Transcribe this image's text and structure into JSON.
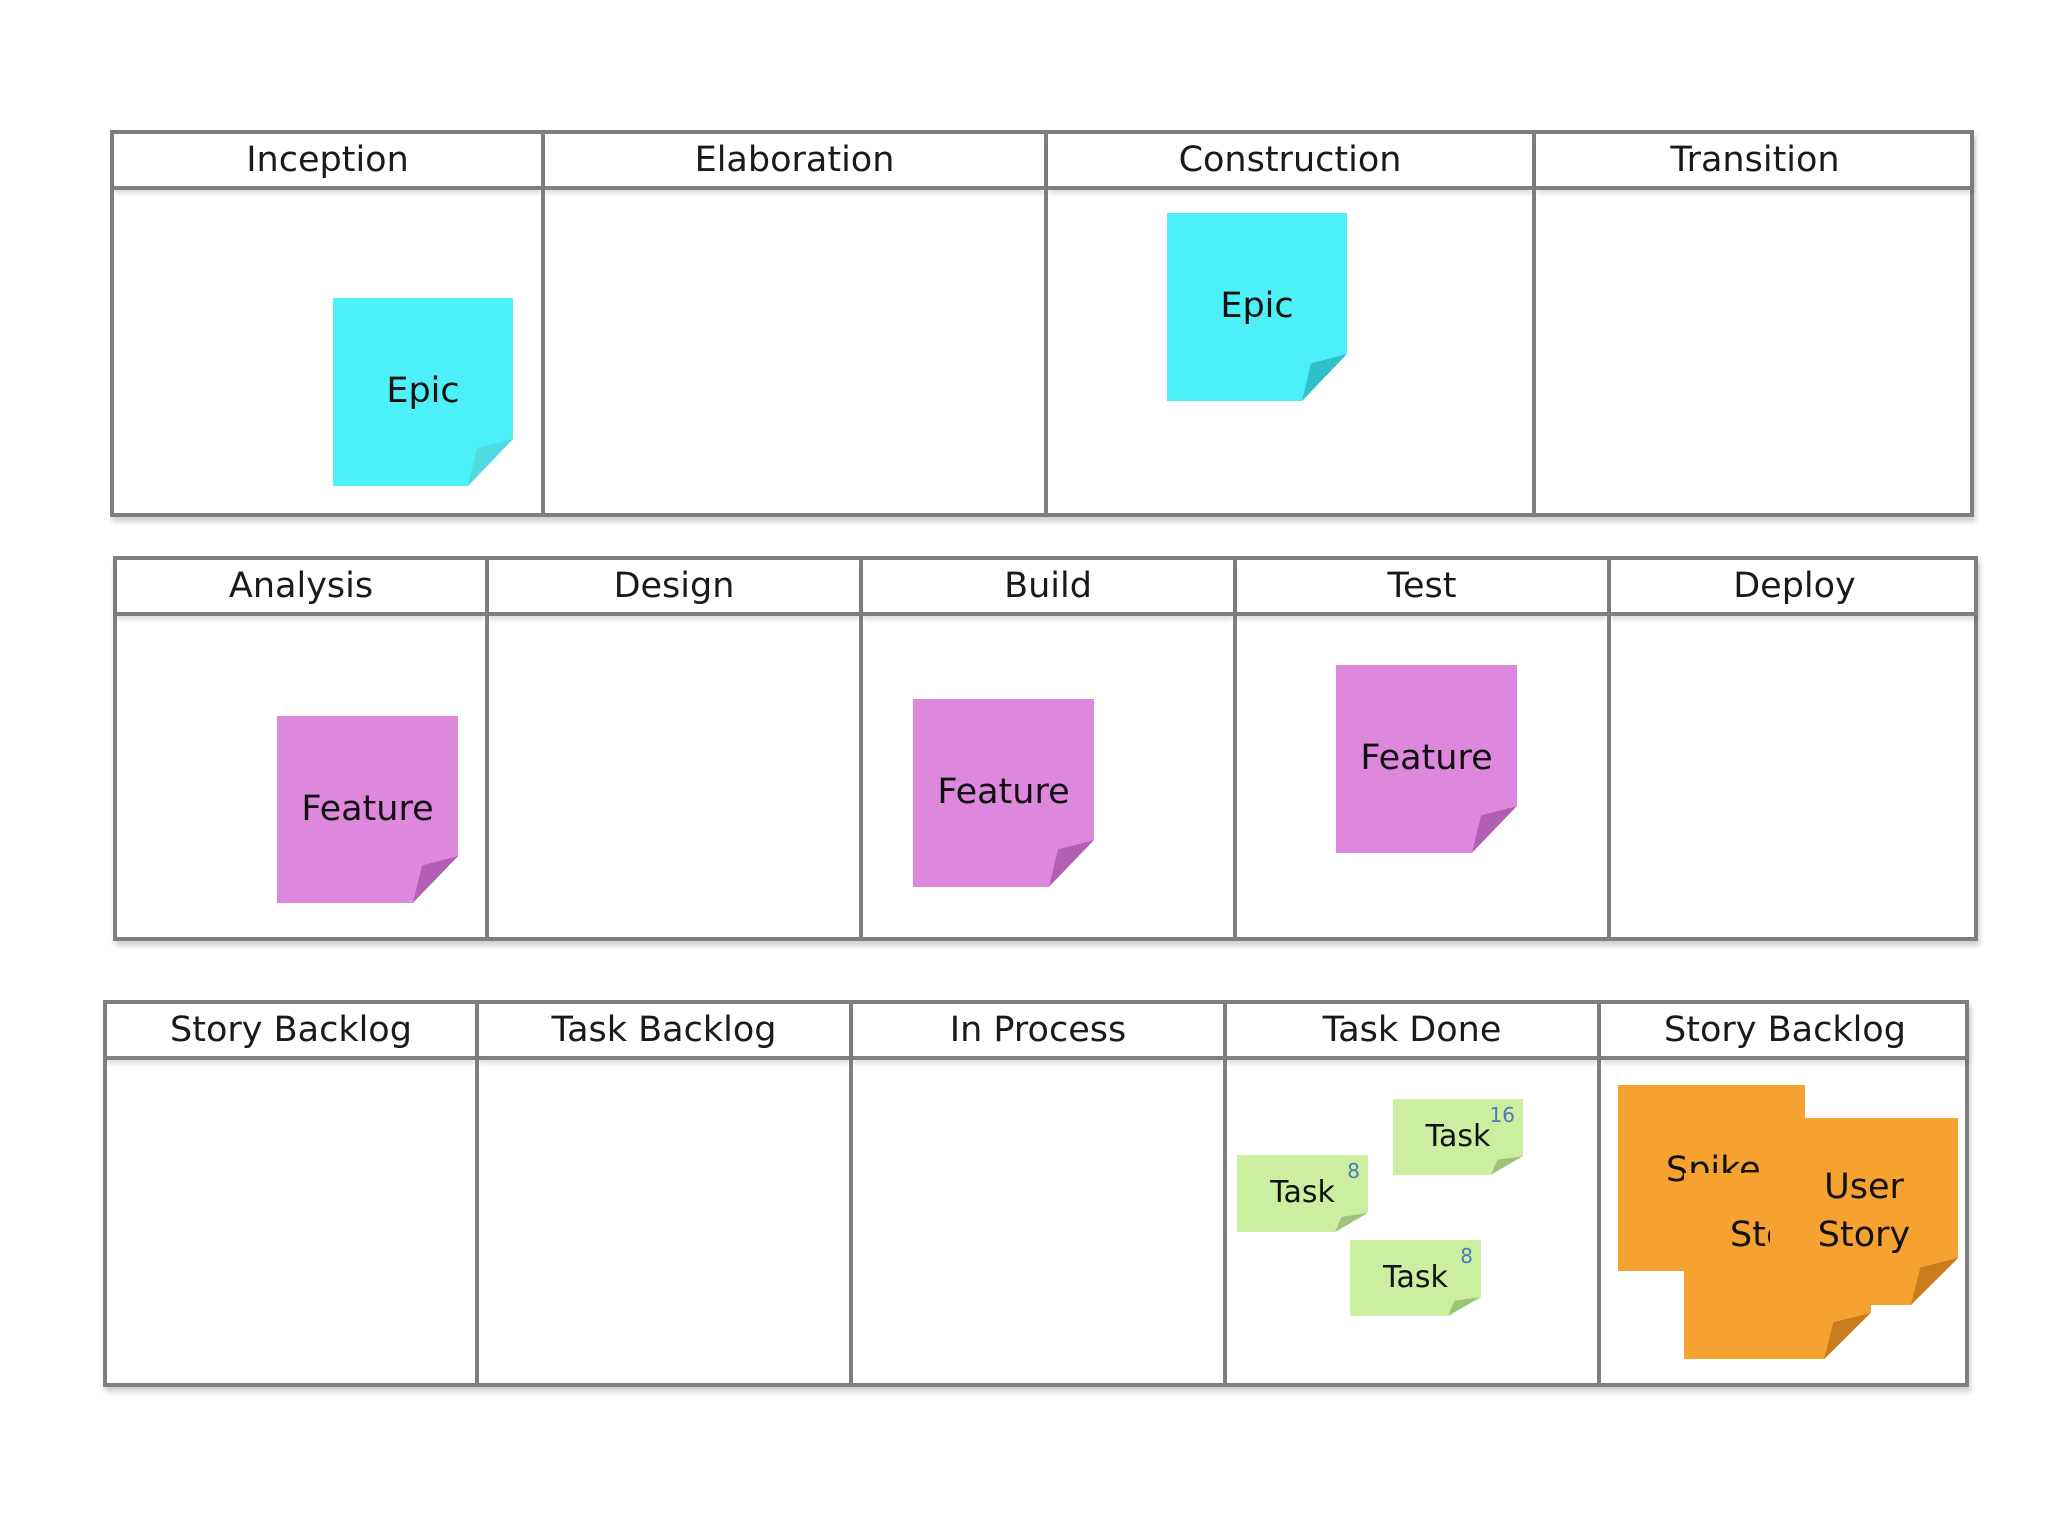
{
  "colors": {
    "border": "#7f7f7f",
    "epic": "#4cf0f6",
    "feature": "#dd88dd",
    "task": "#cbeea0",
    "story": "#f5a230"
  },
  "boards": {
    "phases": {
      "columns": [
        "Inception",
        "Elaboration",
        "Construction",
        "Transition"
      ],
      "notes": [
        {
          "type": "epic",
          "label": "Epic",
          "column": "Inception"
        },
        {
          "type": "epic",
          "label": "Epic",
          "column": "Construction"
        }
      ]
    },
    "features": {
      "columns": [
        "Analysis",
        "Design",
        "Build",
        "Test",
        "Deploy"
      ],
      "notes": [
        {
          "type": "feature",
          "label": "Feature",
          "column": "Analysis"
        },
        {
          "type": "feature",
          "label": "Feature",
          "column": "Build"
        },
        {
          "type": "feature",
          "label": "Feature",
          "column": "Test"
        }
      ]
    },
    "stories": {
      "columns": [
        "Story Backlog",
        "Task Backlog",
        "In Process",
        "Task Done",
        "Story Backlog"
      ],
      "tasks": [
        {
          "label": "Task",
          "points": "16"
        },
        {
          "label": "Task",
          "points": "8"
        },
        {
          "label": "Task",
          "points": "8"
        }
      ],
      "stories": [
        {
          "label": "Spike"
        },
        {
          "label": "Stc . ,"
        },
        {
          "label": "User Story"
        }
      ]
    }
  }
}
